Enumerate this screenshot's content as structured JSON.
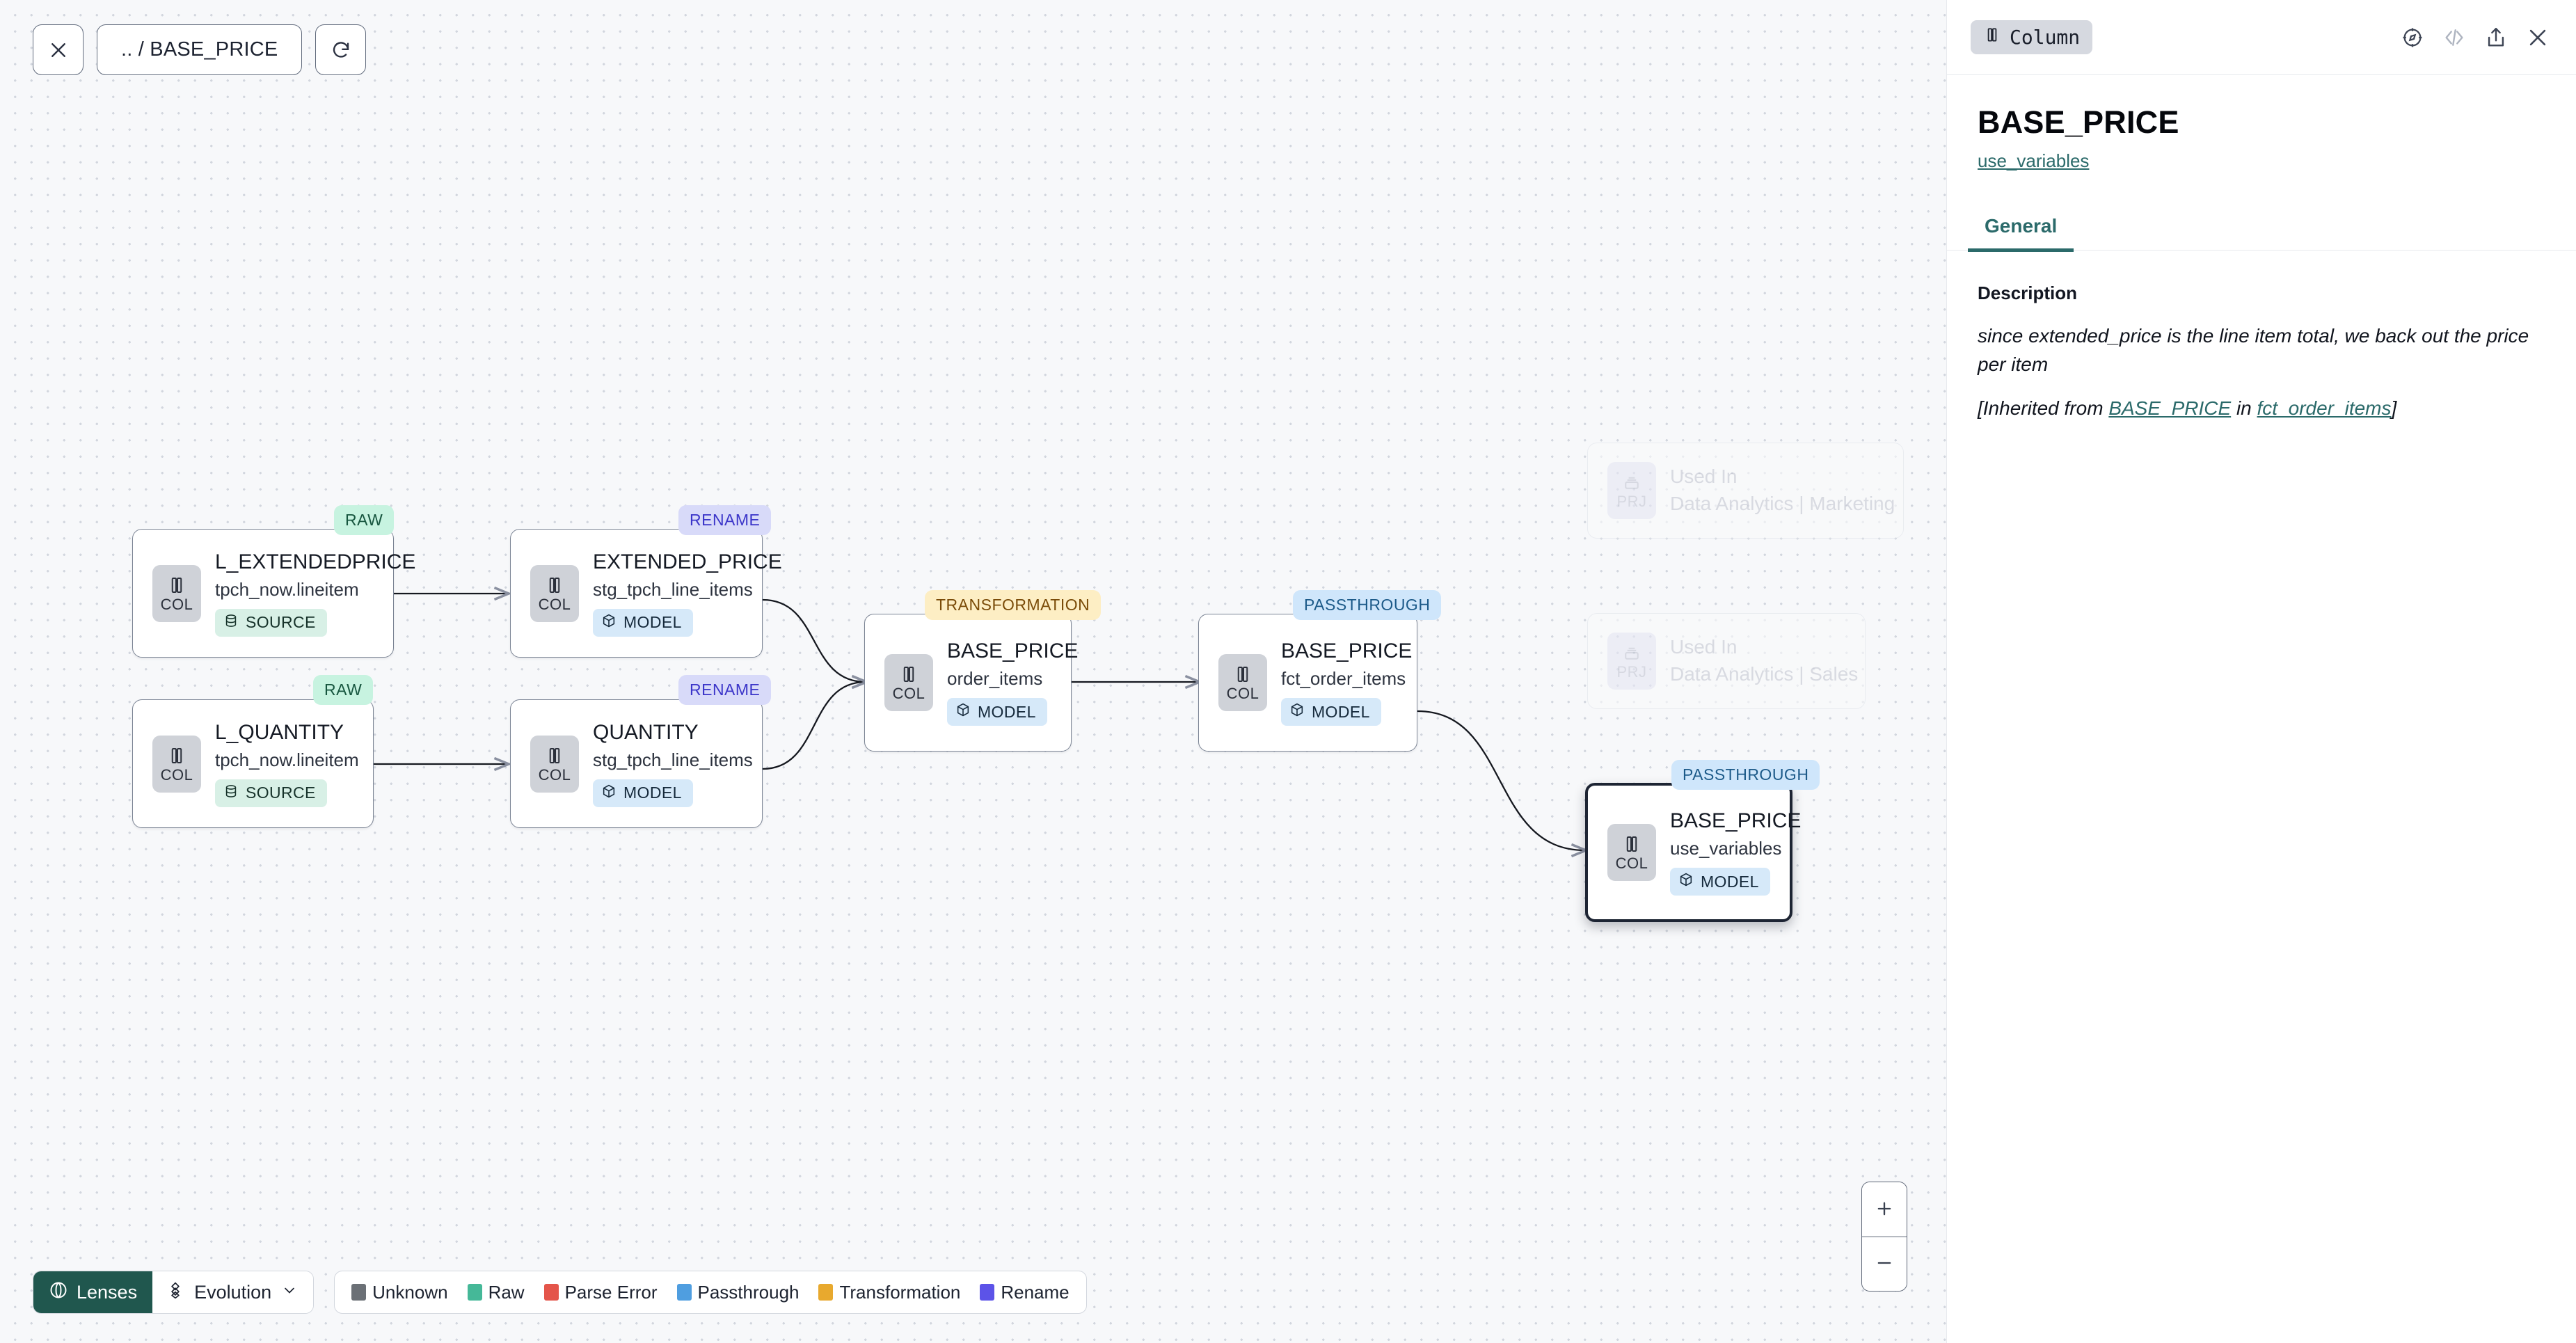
{
  "toolbar": {
    "close_icon": "close-icon",
    "breadcrumb": ".. / BASE_PRICE",
    "refresh_icon": "refresh-icon"
  },
  "graph": {
    "nodes": [
      {
        "id": "l_extendedprice",
        "badge": "RAW",
        "badge_style": "raw",
        "title": "L_EXTENDEDPRICE",
        "subtitle": "tpch_now.lineitem",
        "tag": "SOURCE",
        "tag_style": "source",
        "icon": "col-icon",
        "chip": "COL"
      },
      {
        "id": "extended_price",
        "badge": "RENAME",
        "badge_style": "ren",
        "title": "EXTENDED_PRICE",
        "subtitle": "stg_tpch_line_items",
        "tag": "MODEL",
        "tag_style": "model",
        "icon": "col-icon",
        "chip": "COL"
      },
      {
        "id": "l_quantity",
        "badge": "RAW",
        "badge_style": "raw",
        "title": "L_QUANTITY",
        "subtitle": "tpch_now.lineitem",
        "tag": "SOURCE",
        "tag_style": "source",
        "icon": "col-icon",
        "chip": "COL"
      },
      {
        "id": "quantity",
        "badge": "RENAME",
        "badge_style": "ren",
        "title": "QUANTITY",
        "subtitle": "stg_tpch_line_items",
        "tag": "MODEL",
        "tag_style": "model",
        "icon": "col-icon",
        "chip": "COL"
      },
      {
        "id": "base_price_oi",
        "badge": "TRANSFORMATION",
        "badge_style": "trans",
        "title": "BASE_PRICE",
        "subtitle": "order_items",
        "tag": "MODEL",
        "tag_style": "model",
        "icon": "col-icon",
        "chip": "COL"
      },
      {
        "id": "base_price_foi",
        "badge": "PASSTHROUGH",
        "badge_style": "pass",
        "title": "BASE_PRICE",
        "subtitle": "fct_order_items",
        "tag": "MODEL",
        "tag_style": "model",
        "icon": "col-icon",
        "chip": "COL"
      },
      {
        "id": "base_price_uv",
        "badge": "PASSTHROUGH",
        "badge_style": "pass",
        "title": "BASE_PRICE",
        "subtitle": "use_variables",
        "tag": "MODEL",
        "tag_style": "model",
        "icon": "col-icon",
        "chip": "COL",
        "selected": true
      }
    ],
    "ghost_nodes": [
      {
        "id": "used_in_marketing",
        "chip": "PRJ",
        "title": "Used In",
        "subtitle": "Data Analytics | Marketing",
        "icon": "project-icon"
      },
      {
        "id": "used_in_sales",
        "chip": "PRJ",
        "title": "Used In",
        "subtitle": "Data Analytics | Sales",
        "icon": "project-icon"
      }
    ]
  },
  "zoom_controls": {
    "zoom_in": "+",
    "zoom_out": "–"
  },
  "bottom": {
    "lenses_label": "Lenses",
    "evolution_label": "Evolution",
    "legend": [
      {
        "label": "Unknown",
        "color": "#6b7076"
      },
      {
        "label": "Raw",
        "color": "#45b898"
      },
      {
        "label": "Parse Error",
        "color": "#e4554a"
      },
      {
        "label": "Passthrough",
        "color": "#4f9ee0"
      },
      {
        "label": "Transformation",
        "color": "#e8a game"
      },
      {
        "label": "Rename",
        "color": "#5c53e8"
      }
    ]
  },
  "panel": {
    "type_chip": "Column",
    "icons": {
      "compass": "compass-icon",
      "code": "code-icon",
      "share": "share-icon",
      "close": "close-icon"
    },
    "title": "BASE_PRICE",
    "model_link": "use_variables",
    "tabs": [
      {
        "label": "General",
        "active": true
      }
    ],
    "description_label": "Description",
    "description_text": "since extended_price is the line item total, we back out the price per item",
    "inherited_prefix": "[Inherited from ",
    "inherited_column": "BASE_PRICE",
    "inherited_mid": " in ",
    "inherited_model": "fct_order_items",
    "inherited_suffix": "]"
  }
}
